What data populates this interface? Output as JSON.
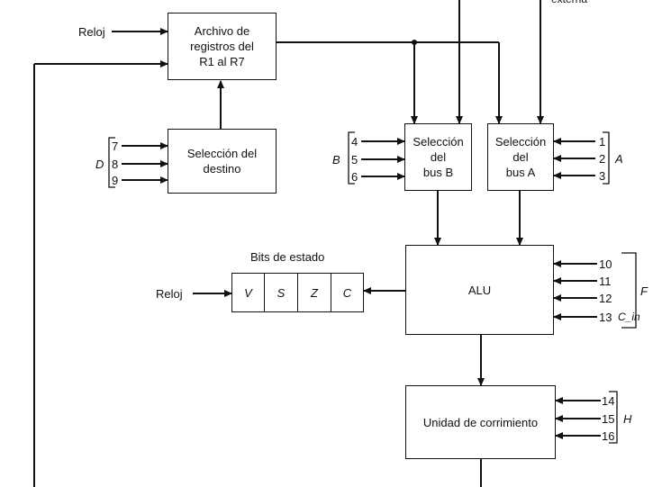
{
  "blocks": {
    "register_file": "Archivo de registros del R1 al R7",
    "register_file_lines": [
      "Archivo de",
      "registros del",
      "R1 al R7"
    ],
    "dest_select_lines": [
      "Selección del",
      "destino"
    ],
    "bus_b_select_lines": [
      "Selección",
      "del",
      "bus B"
    ],
    "bus_a_select_lines": [
      "Selección",
      "del",
      "bus A"
    ],
    "alu": "ALU",
    "shifter": "Unidad de corrimiento"
  },
  "labels": {
    "clock": "Reloj",
    "clock2": "Reloj",
    "status_bits": "Bits de estado",
    "top_right_partial": "externa"
  },
  "status_bits": [
    "V",
    "S",
    "Z",
    "C"
  ],
  "control_groups": {
    "D": {
      "name": "D",
      "lines": [
        "7",
        "8",
        "9"
      ]
    },
    "B": {
      "name": "B",
      "lines": [
        "4",
        "5",
        "6"
      ]
    },
    "A": {
      "name": "A",
      "lines": [
        "1",
        "2",
        "3"
      ]
    },
    "F": {
      "name": "F",
      "lines": [
        "10",
        "11",
        "12",
        "13"
      ],
      "extra": "C_in"
    },
    "H": {
      "name": "H",
      "lines": [
        "14",
        "15",
        "16"
      ]
    }
  }
}
